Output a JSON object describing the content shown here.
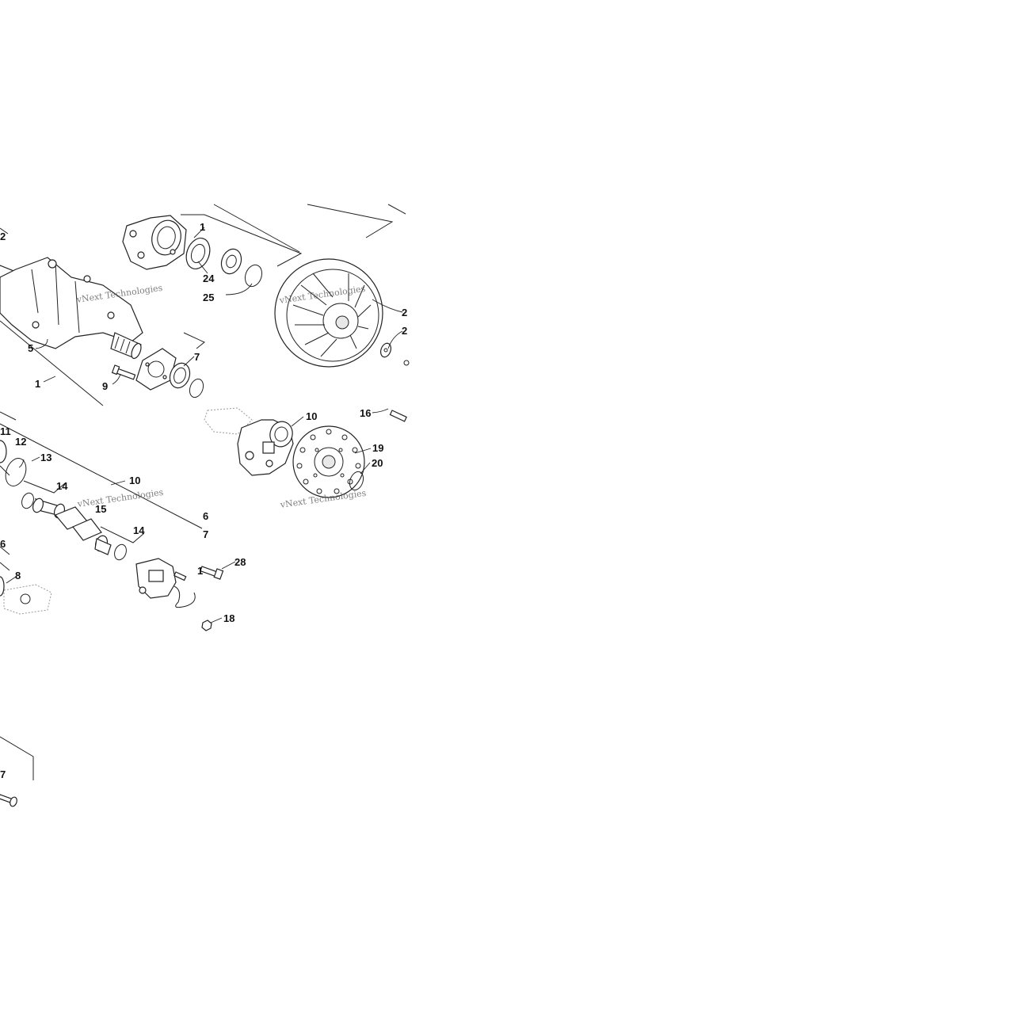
{
  "diagram": {
    "callouts": [
      {
        "id": "c-2-top",
        "text": "2"
      },
      {
        "id": "c-1-top",
        "text": "1"
      },
      {
        "id": "c-24",
        "text": "24"
      },
      {
        "id": "c-25",
        "text": "25"
      },
      {
        "id": "c-5",
        "text": "5"
      },
      {
        "id": "c-1-shaft",
        "text": "1"
      },
      {
        "id": "c-9",
        "text": "9"
      },
      {
        "id": "c-7-upper",
        "text": "7"
      },
      {
        "id": "c-2-pulley",
        "text": "2"
      },
      {
        "id": "c-2-washer",
        "text": "2"
      },
      {
        "id": "c-16-right",
        "text": "16"
      },
      {
        "id": "c-10-right",
        "text": "10"
      },
      {
        "id": "c-19",
        "text": "19"
      },
      {
        "id": "c-20",
        "text": "20"
      },
      {
        "id": "c-11",
        "text": "11"
      },
      {
        "id": "c-12",
        "text": "12"
      },
      {
        "id": "c-13",
        "text": "13"
      },
      {
        "id": "c-14-upper",
        "text": "14"
      },
      {
        "id": "c-10-left",
        "text": "10"
      },
      {
        "id": "c-15",
        "text": "15"
      },
      {
        "id": "c-6-right",
        "text": "6"
      },
      {
        "id": "c-14-lower",
        "text": "14"
      },
      {
        "id": "c-7-right",
        "text": "7"
      },
      {
        "id": "c-6-left",
        "text": "6"
      },
      {
        "id": "c-8",
        "text": "8"
      },
      {
        "id": "c-28",
        "text": "28"
      },
      {
        "id": "c-1-caliper",
        "text": "1"
      },
      {
        "id": "c-18",
        "text": "18"
      },
      {
        "id": "c-7-bottom",
        "text": "7"
      }
    ],
    "watermarks": [
      {
        "id": "wm-1",
        "text": "vNext Technologies"
      },
      {
        "id": "wm-2",
        "text": "vNext Technologies"
      },
      {
        "id": "wm-3",
        "text": "vNext Technologies"
      },
      {
        "id": "wm-4",
        "text": "vNext Technologies"
      }
    ]
  }
}
